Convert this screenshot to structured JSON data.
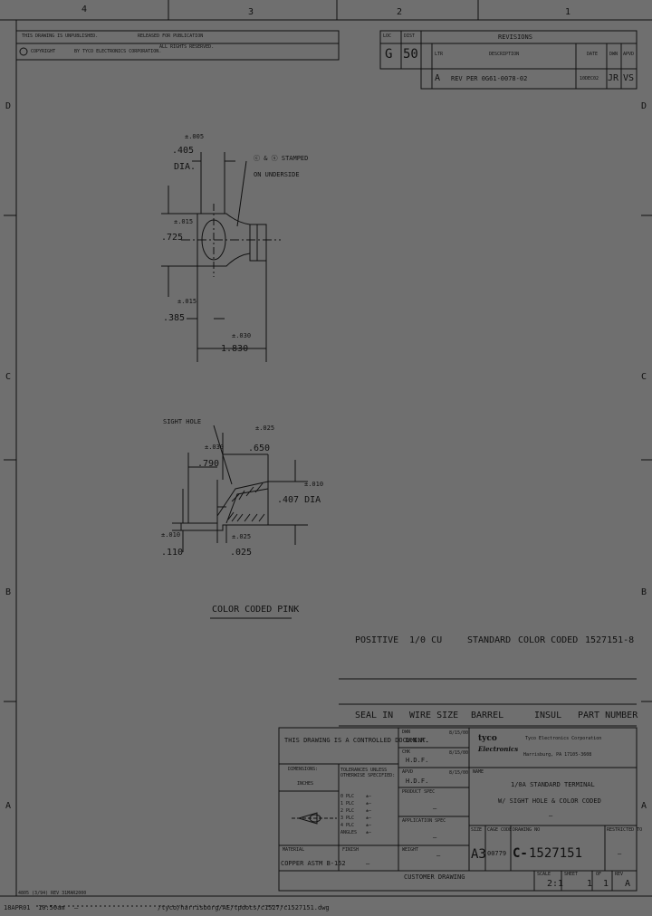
{
  "zones": {
    "top_numbers": [
      "4",
      "3",
      "2",
      "1"
    ],
    "side_letters": [
      "D",
      "C",
      "B",
      "A"
    ]
  },
  "header": {
    "notice_line1": "THIS DRAWING IS UNPUBLISHED.",
    "notice_line1b": "RELEASED FOR PUBLICATION",
    "copyright": "COPYRIGHT",
    "company_line": "BY TYCO ELECTRONICS CORPORATION.",
    "rights": "ALL RIGHTS RESERVED."
  },
  "revisions": {
    "title": "REVISIONS",
    "loc_label": "LOC",
    "dist_label": "DIST",
    "loc_value": "G",
    "dist_value": "50",
    "col_ltr": "LTR",
    "col_desc": "DESCRIPTION",
    "col_date": "DATE",
    "col_dwn": "DWN",
    "col_apvd": "APVD",
    "row_ltr": "A",
    "row_desc": "REV PER 0G61-0078-02",
    "row_date": "10DEC02",
    "row_dwn": "JR",
    "row_apvd": "VS"
  },
  "top_view": {
    "tol_005": "±.005",
    "dim_405": ".405",
    "dia": "DIA.",
    "stamp_note_1": "ⓒ & ⓢ STAMPED",
    "stamp_note_2": "ON UNDERSIDE",
    "tol_015a": "±.015",
    "dim_725": ".725",
    "tol_015b": "±.015",
    "dim_385": ".385",
    "tol_030": "±.030",
    "dim_1830": "1.830"
  },
  "side_view": {
    "sight_hole": "SIGHT HOLE",
    "tol_025a": "±.025",
    "dim_650": ".650",
    "tol_030": "±.030",
    "dim_790": ".790",
    "tol_010a": "±.010",
    "dim_407": ".407 DIA",
    "tol_010b": "±.010",
    "dim_110": ".110",
    "tol_025b": "±.025",
    "dim_025": ".025"
  },
  "color_note": "COLOR CODED PINK",
  "bom": {
    "row": [
      "POSITIVE",
      "1/0 CU",
      "STANDARD",
      "COLOR CODED",
      "1527151-8"
    ],
    "headers": [
      "SEAL IN",
      "WIRE SIZE",
      "BARREL",
      "INSUL",
      "PART NUMBER"
    ]
  },
  "title_block": {
    "controlled": "THIS DRAWING IS A CONTROLLED DOCUMENT.",
    "dwn_label": "DWN",
    "dwn_name": "D.K.K.",
    "dwn_date": "8/15/00",
    "chk_label": "CHK",
    "chk_name": "H.D.F.",
    "chk_date": "8/15/00",
    "apvd_label": "APVD",
    "apvd_name": "H.D.F.",
    "apvd_date": "8/15/00",
    "logo_line1": "tyco",
    "logo_line2": "Electronics",
    "company": "Tyco Electronics Corporation",
    "address": "Harrisburg, PA 17105-3608",
    "dimensions_label": "DIMENSIONS:",
    "dimensions_value": "INCHES",
    "tolerances_label": "TOLERANCES UNLESS OTHERWISE SPECIFIED:",
    "tol_rows": [
      "0 PLC",
      "1 PLC",
      "2 PLC",
      "3 PLC",
      "4 PLC",
      "ANGLES"
    ],
    "tol_vals": [
      "±—",
      "±—",
      "±—",
      "±—",
      "±—",
      "±—"
    ],
    "product_spec_label": "PRODUCT SPEC",
    "product_spec_value": "—",
    "application_spec_label": "APPLICATION SPEC",
    "application_spec_value": "—",
    "name_label": "NAME",
    "name_line1": "1/0A STANDARD TERMINAL",
    "name_line2": "W/ SIGHT HOLE & COLOR CODED",
    "name_line3": "—",
    "weight_label": "WEIGHT",
    "weight_value": "—",
    "material_label": "MATERIAL",
    "material_value": "COPPER ASTM B-152",
    "finish_label": "FINISH",
    "finish_value": "—",
    "size_label": "SIZE",
    "cage_label": "CAGE CODE",
    "drawing_no_label": "DRAWING NO",
    "restricted_label": "RESTRICTED TO",
    "size_value": "A3",
    "cage_value": "00779",
    "drawing_prefix": "C-",
    "drawing_no": "1527151",
    "restricted_value": "—",
    "customer_drawing": "CUSTOMER DRAWING",
    "scale_label": "SCALE",
    "scale_value": "2:1",
    "sheet_label": "SHEET",
    "sheet_value": "1",
    "of_label": "OF",
    "of_value": "1",
    "rev_label": "REV",
    "rev_value": "A"
  },
  "footer": {
    "form": "4805 (3/94) REV 31MAR2000",
    "left": "18APR01",
    "time": "10:50am",
    "dash": "—",
    "path": "/tyco/harrisburg/AE/tpdocs/c1527/c1527151.dwg"
  }
}
